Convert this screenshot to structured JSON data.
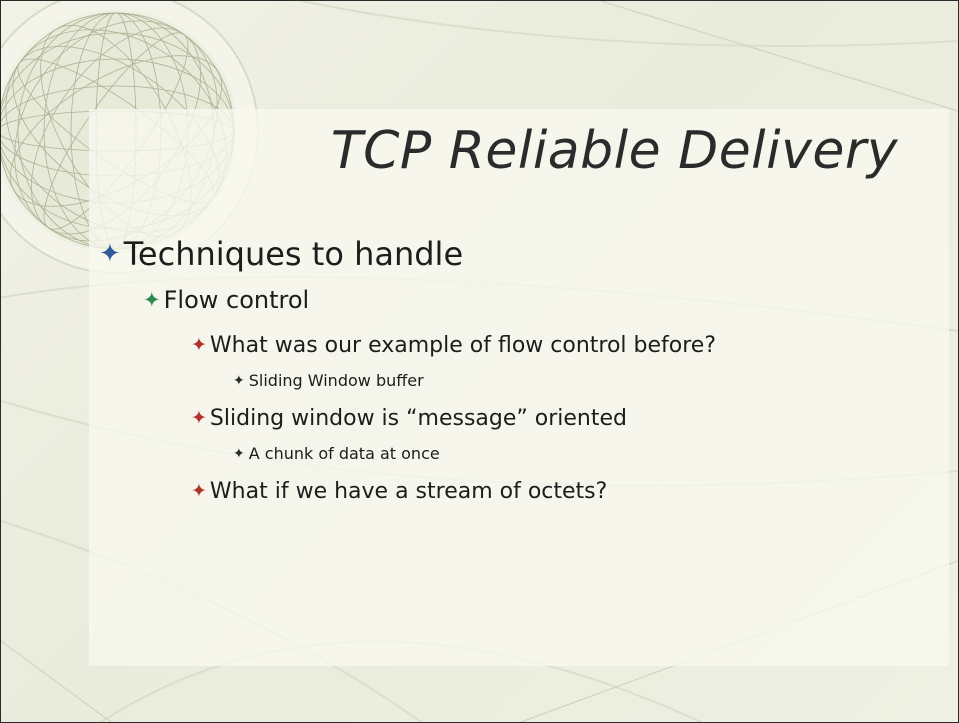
{
  "slide": {
    "title": "TCP Reliable Delivery",
    "bullets": [
      {
        "level": 1,
        "text": "Techniques to handle"
      },
      {
        "level": 2,
        "text": "Flow control"
      },
      {
        "level": 3,
        "text": "What was our example of flow control before?"
      },
      {
        "level": 4,
        "text": "Sliding Window buffer"
      },
      {
        "level": 3,
        "text": "Sliding window is “message” oriented"
      },
      {
        "level": 4,
        "text": "A chunk of data at once"
      },
      {
        "level": 3,
        "text": "What if we have a stream of octets?"
      }
    ],
    "bullet_icon": "four-point-star-icon",
    "colors": {
      "level1_bullet": "#2f5c9a",
      "level2_bullet": "#2e8a4c",
      "level3_bullet": "#b1322a",
      "level4_bullet": "#2a2a2a",
      "text": "#1d1d1d"
    }
  }
}
